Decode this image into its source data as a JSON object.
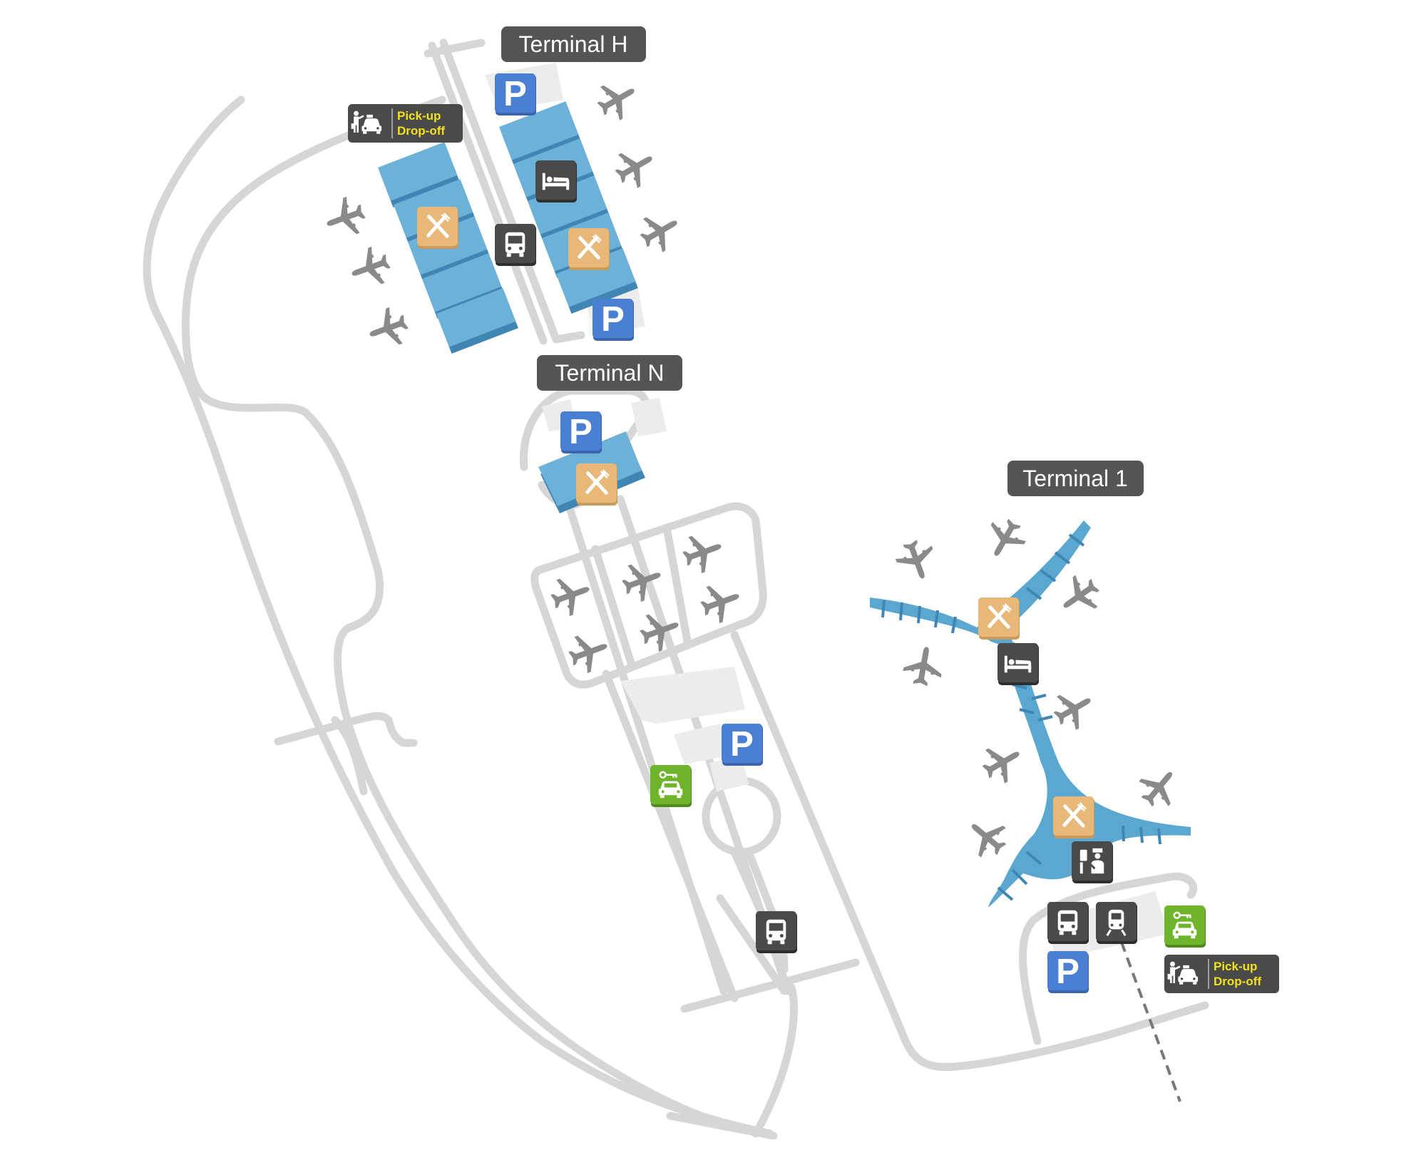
{
  "map": {
    "terminals": [
      {
        "label": "Terminal H"
      },
      {
        "label": "Terminal N"
      },
      {
        "label": "Terminal 1"
      }
    ],
    "parking_label": "P",
    "pickup": {
      "line1": "Pick-up",
      "line2": "Drop-off"
    },
    "colors": {
      "road": "#d6d6d6",
      "terminal_building": "#6bb1d8",
      "terminal_1": "#5aa8d0",
      "label_bg": "#555555",
      "parking": "#4a7fd4",
      "restaurant": "#e8b878",
      "service_dark": "#4a4a4a",
      "car_rental": "#6fb52c",
      "pickup_text": "#f2e21b",
      "airplane": "#8a8a8a"
    },
    "icons": [
      "parking-icon",
      "restaurant-icon",
      "hotel-icon",
      "bus-icon",
      "train-icon",
      "car-rental-icon",
      "pickup-dropoff-icon",
      "security-icon",
      "airplane-icon"
    ]
  }
}
